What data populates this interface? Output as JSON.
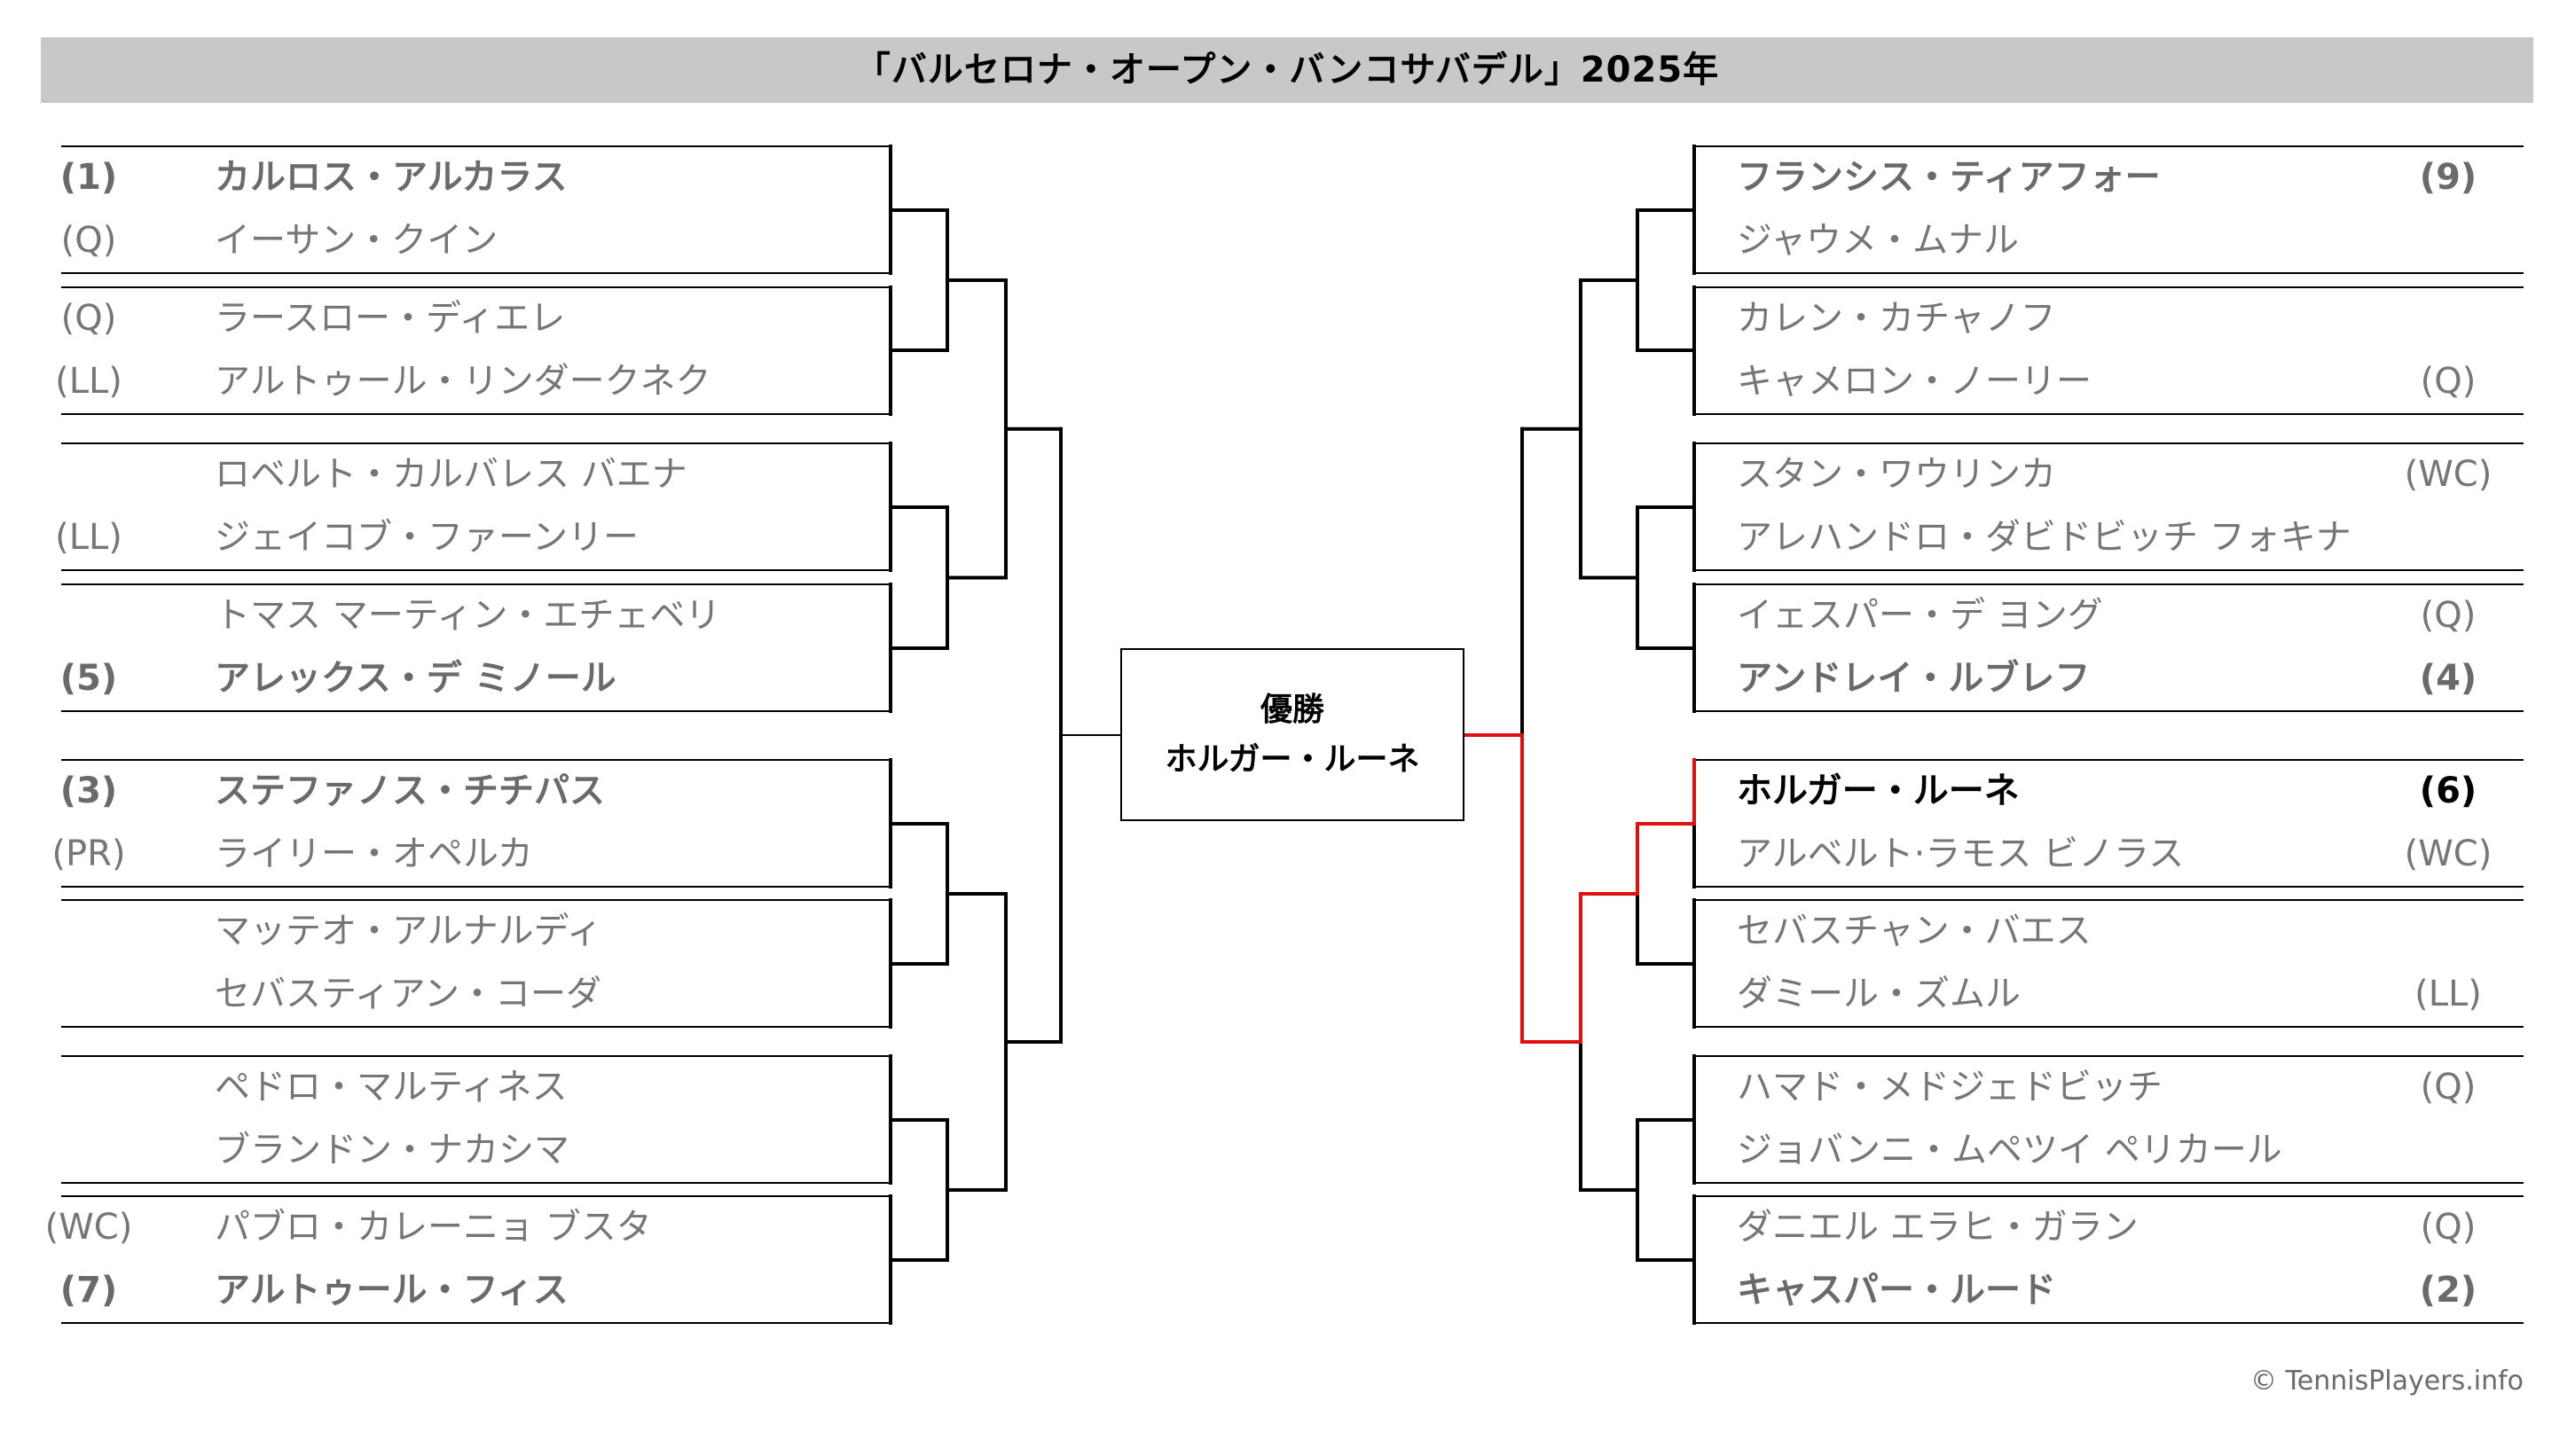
{
  "title": "「バルセロナ・オープン・バンコサバデル」2025年",
  "champion": {
    "caption": "優勝",
    "name": "ホルガー・ルーネ"
  },
  "copyright": "© TennisPlayers.info",
  "left_players": [
    {
      "seed": "(1)",
      "name": "カルロス・アルカラス",
      "bold": true
    },
    {
      "seed": "(Q)",
      "name": "イーサン・クイン",
      "bold": false
    },
    {
      "seed": "(Q)",
      "name": "ラースロー・ディエレ",
      "bold": false
    },
    {
      "seed": "(LL)",
      "name": "アルトゥール・リンダークネク",
      "bold": false
    },
    {
      "seed": "",
      "name": "ロベルト・カルバレス バエナ",
      "bold": false
    },
    {
      "seed": "(LL)",
      "name": "ジェイコブ・ファーンリー",
      "bold": false
    },
    {
      "seed": "",
      "name": "トマス マーティン・エチェベリ",
      "bold": false
    },
    {
      "seed": "(5)",
      "name": "アレックス・デ ミノール",
      "bold": true
    },
    {
      "seed": "(3)",
      "name": "ステファノス・チチパス",
      "bold": true
    },
    {
      "seed": "(PR)",
      "name": "ライリー・オペルカ",
      "bold": false
    },
    {
      "seed": "",
      "name": "マッテオ・アルナルディ",
      "bold": false
    },
    {
      "seed": "",
      "name": "セバスティアン・コーダ",
      "bold": false
    },
    {
      "seed": "",
      "name": "ペドロ・マルティネス",
      "bold": false
    },
    {
      "seed": "",
      "name": "ブランドン・ナカシマ",
      "bold": false
    },
    {
      "seed": "(WC)",
      "name": "パブロ・カレーニョ ブスタ",
      "bold": false
    },
    {
      "seed": "(7)",
      "name": "アルトゥール・フィス",
      "bold": true
    }
  ],
  "right_players": [
    {
      "seed": "(9)",
      "name": "フランシス・ティアフォー",
      "bold": true
    },
    {
      "seed": "",
      "name": "ジャウメ・ムナル",
      "bold": false
    },
    {
      "seed": "",
      "name": "カレン・カチャノフ",
      "bold": false
    },
    {
      "seed": "(Q)",
      "name": "キャメロン・ノーリー",
      "bold": false
    },
    {
      "seed": "(WC)",
      "name": "スタン・ワウリンカ",
      "bold": false
    },
    {
      "seed": "",
      "name": "アレハンドロ・ダビドビッチ フォキナ",
      "bold": false
    },
    {
      "seed": "(Q)",
      "name": "イェスパー・デ ヨング",
      "bold": false
    },
    {
      "seed": "(4)",
      "name": "アンドレイ・ルブレフ",
      "bold": true
    },
    {
      "seed": "(6)",
      "name": "ホルガー・ルーネ",
      "bold": true,
      "champion": true
    },
    {
      "seed": "(WC)",
      "name": "アルベルト·ラモス ビノラス",
      "bold": false
    },
    {
      "seed": "",
      "name": "セバスチャン・バエス",
      "bold": false
    },
    {
      "seed": "(LL)",
      "name": "ダミール・ズムル",
      "bold": false
    },
    {
      "seed": "(Q)",
      "name": "ハマド・メドジェドビッチ",
      "bold": false
    },
    {
      "seed": "",
      "name": "ジョバンニ・ムペツイ ペリカール",
      "bold": false
    },
    {
      "seed": "(Q)",
      "name": "ダニエル エラヒ・ガラン",
      "bold": false
    },
    {
      "seed": "(2)",
      "name": "キャスパー・ルード",
      "bold": true
    }
  ],
  "colors": {
    "line": "#000000",
    "champion_path": "#e01010",
    "title_bg": "#c8c8c8",
    "text": "#767676"
  }
}
